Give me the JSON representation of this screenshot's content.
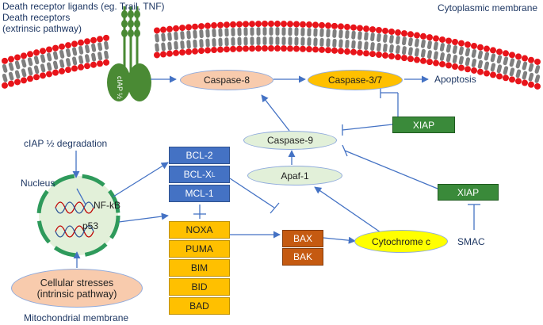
{
  "labels": {
    "death_receptor_ligands": "Death receptor ligands (eg. Trail, TNF)",
    "death_receptors": "Death receptors",
    "extrinsic_pathway": "(extrinsic pathway)",
    "cytoplasmic_membrane": "Cytoplasmic membrane",
    "ciap_degradation": "cIAP ½ degradation",
    "nucleus": "Nucleus",
    "mitochondrial_membrane": "Mitochondrial membrane",
    "apoptosis": "Apoptosis",
    "smac": "SMAC",
    "nfkb": "NF-kB",
    "p53": "p53",
    "ciap_receptor": "cIAP ½"
  },
  "nodes": {
    "caspase8": "Caspase-8",
    "caspase37": "Caspase-3/7",
    "caspase9": "Caspase-9",
    "apaf1": "Apaf-1",
    "cytochrome_c": "Cytochrome c",
    "xiap_top": "XIAP",
    "xiap_right": "XIAP",
    "cellular_stresses_1": "Cellular stresses",
    "cellular_stresses_2": "(intrinsic pathway)"
  },
  "anti_apoptotic": {
    "bcl2": "BCL-2",
    "bclxl_base": "BCL-X",
    "bclxl_sub": "L",
    "mcl1": "MCL-1"
  },
  "pro_apoptotic": [
    "NOXA",
    "PUMA",
    "BIM",
    "BID",
    "BAD"
  ],
  "effectors": [
    "BAX",
    "BAK"
  ],
  "colors": {
    "arrow": "#4472c4",
    "membrane_head": "#e8141a",
    "membrane_tail": "#7f7f7f",
    "receptor": "#4a8a34",
    "nucleus_border": "#2e9a5b"
  }
}
